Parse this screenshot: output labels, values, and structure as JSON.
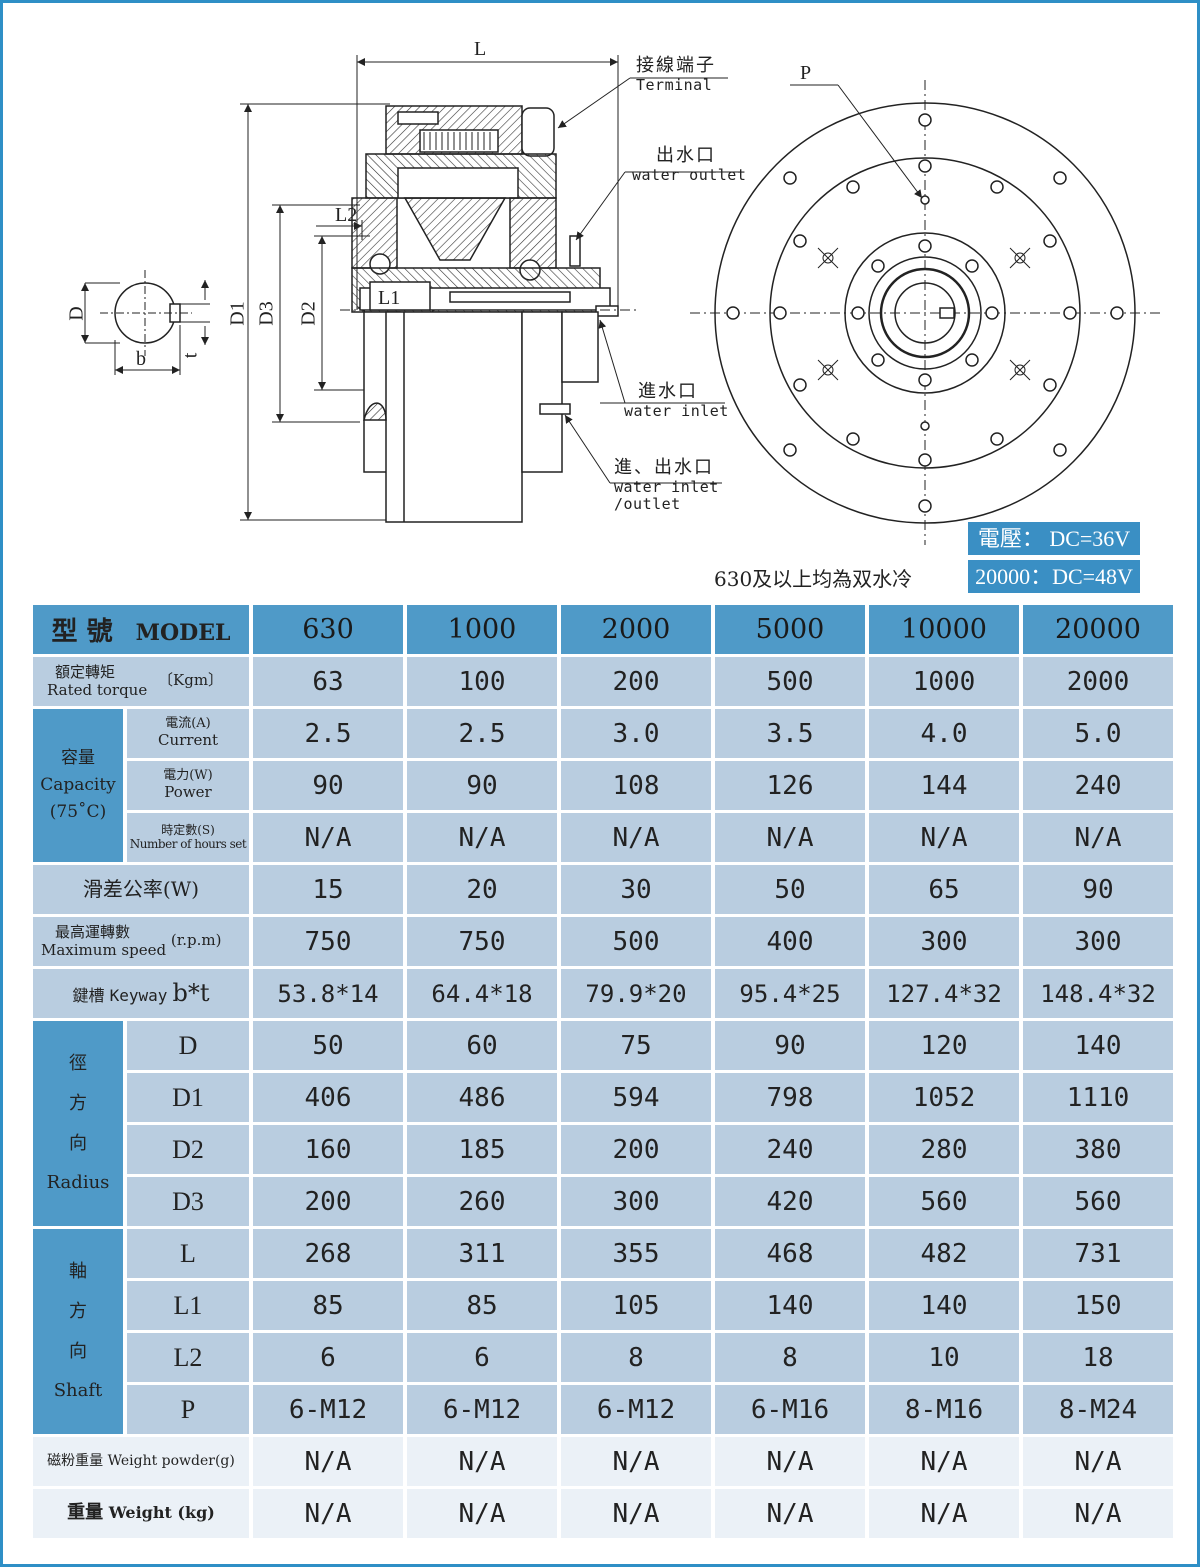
{
  "callouts": {
    "terminal_zh": "接線端子",
    "terminal_en": "Terminal",
    "outlet_zh": "出水口",
    "outlet_en": "water outlet",
    "inlet_zh": "進水口",
    "inlet_en": "water inlet",
    "inout_zh": "進、出水口",
    "inout_en1": "water inlet",
    "inout_en2": "/outlet"
  },
  "dims": {
    "L": "L",
    "L1": "L1",
    "L2": "L2",
    "D": "D",
    "D1": "D1",
    "D2": "D2",
    "D3": "D3",
    "b": "b",
    "t": "t",
    "P": "P"
  },
  "voltage": {
    "line1": "電壓： DC=36V",
    "line2": "20000：DC=48V",
    "note": "630及以上均為双水冷"
  },
  "table": {
    "header": {
      "title_zh": "型 號",
      "title_en": "MODEL",
      "models": [
        "630",
        "1000",
        "2000",
        "5000",
        "10000",
        "20000"
      ]
    },
    "rated_torque": {
      "label_zh": "額定轉矩",
      "label_en": "Rated torque",
      "unit": "〔Kgm〕",
      "values": [
        "63",
        "100",
        "200",
        "500",
        "1000",
        "2000"
      ]
    },
    "capacity": {
      "group_zh": "容量",
      "group_en": "Capacity",
      "group_note": "(75˚C)",
      "current": {
        "zh": "電流(A)",
        "en": "Current",
        "values": [
          "2.5",
          "2.5",
          "3.0",
          "3.5",
          "4.0",
          "5.0"
        ]
      },
      "power": {
        "zh": "電力(W)",
        "en": "Power",
        "values": [
          "90",
          "90",
          "108",
          "126",
          "144",
          "240"
        ]
      },
      "hours": {
        "zh": "時定數(S)",
        "en": "Number of hours set",
        "values": [
          "N/A",
          "N/A",
          "N/A",
          "N/A",
          "N/A",
          "N/A"
        ]
      }
    },
    "slip_power": {
      "label": "滑差公率(W)",
      "values": [
        "15",
        "20",
        "30",
        "50",
        "65",
        "90"
      ]
    },
    "max_speed": {
      "label_zh": "最高運轉數",
      "label_en": "Maximum speed",
      "unit": "(r.p.m)",
      "values": [
        "750",
        "750",
        "500",
        "400",
        "300",
        "300"
      ]
    },
    "keyway": {
      "label_zh": "鍵槽",
      "label_en": "Keyway",
      "label_sym": "b*t",
      "values": [
        "53.8*14",
        "64.4*18",
        "79.9*20",
        "95.4*25",
        "127.4*32",
        "148.4*32"
      ]
    },
    "radius": {
      "group_zh": [
        "徑",
        "方",
        "向"
      ],
      "group_en": "Radius",
      "rows": [
        {
          "key": "D",
          "values": [
            "50",
            "60",
            "75",
            "90",
            "120",
            "140"
          ]
        },
        {
          "key": "D1",
          "values": [
            "406",
            "486",
            "594",
            "798",
            "1052",
            "1110"
          ]
        },
        {
          "key": "D2",
          "values": [
            "160",
            "185",
            "200",
            "240",
            "280",
            "380"
          ]
        },
        {
          "key": "D3",
          "values": [
            "200",
            "260",
            "300",
            "420",
            "560",
            "560"
          ]
        }
      ]
    },
    "shaft": {
      "group_zh": [
        "軸",
        "方",
        "向"
      ],
      "group_en": "Shaft",
      "rows": [
        {
          "key": "L",
          "values": [
            "268",
            "311",
            "355",
            "468",
            "482",
            "731"
          ]
        },
        {
          "key": "L1",
          "values": [
            "85",
            "85",
            "105",
            "140",
            "140",
            "150"
          ]
        },
        {
          "key": "L2",
          "values": [
            "6",
            "6",
            "8",
            "8",
            "10",
            "18"
          ]
        },
        {
          "key": "P",
          "values": [
            "6-M12",
            "6-M12",
            "6-M12",
            "6-M16",
            "8-M16",
            "8-M24"
          ]
        }
      ]
    },
    "powder_weight": {
      "label_zh": "磁粉重量",
      "label_en": "Weight powder(g)",
      "values": [
        "N/A",
        "N/A",
        "N/A",
        "N/A",
        "N/A",
        "N/A"
      ]
    },
    "weight": {
      "label_zh": "重量",
      "label_en": "Weight (kg)",
      "values": [
        "N/A",
        "N/A",
        "N/A",
        "N/A",
        "N/A",
        "N/A"
      ]
    }
  }
}
